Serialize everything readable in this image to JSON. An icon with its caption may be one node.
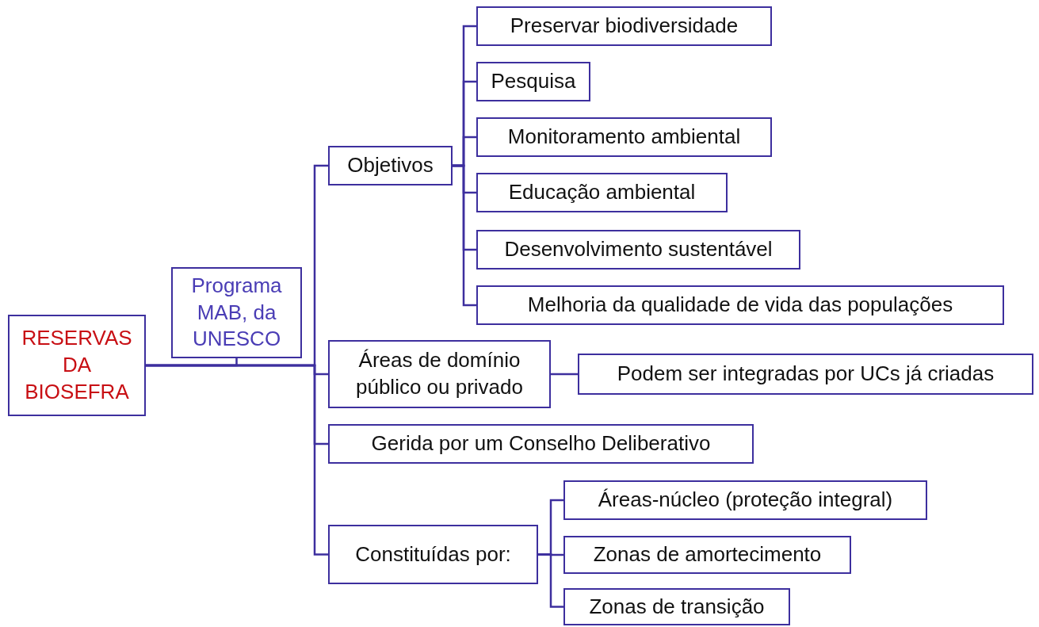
{
  "diagram": {
    "nodes": [
      {
        "text": [
          "RESERVAS DA BIOSEFRA"
        ]
      },
      {
        "text": [
          "Programa MAB, da UNESCO"
        ]
      },
      {
        "text": [
          "Objetivos"
        ]
      },
      {
        "text": [
          "Preservar biodiversidade"
        ]
      },
      {
        "text": [
          "Pesquisa"
        ]
      },
      {
        "text": [
          "Monitoramento ambiental"
        ]
      },
      {
        "text": [
          "Educação ambiental"
        ]
      },
      {
        "text": [
          "Desenvolvimento sustentável"
        ]
      },
      {
        "text": [
          "Melhoria da qualidade de vida das populações"
        ]
      },
      {
        "text": [
          "Áreas de domínio público ou privado"
        ]
      },
      {
        "text": [
          "Podem ser integradas por UCs já criadas"
        ]
      },
      {
        "text": [
          "Gerida por um Conselho Deliberativo"
        ]
      },
      {
        "text": [
          "Constituídas por:"
        ]
      },
      {
        "text": [
          "Áreas-núcleo (proteção integral)"
        ]
      },
      {
        "text": [
          "Zonas de amortecimento"
        ]
      },
      {
        "text": [
          "Zonas de transição"
        ]
      }
    ],
    "edges": [
      {
        "from": 0,
        "to": 1,
        "arrow": "none"
      },
      {
        "from": 0,
        "to": 2,
        "arrow": "none"
      },
      {
        "from": 0,
        "to": 9,
        "arrow": "none"
      },
      {
        "from": 0,
        "to": 11,
        "arrow": "none"
      },
      {
        "from": 0,
        "to": 12,
        "arrow": "none"
      },
      {
        "from": 2,
        "to": 3,
        "arrow": "none"
      },
      {
        "from": 2,
        "to": 4,
        "arrow": "none"
      },
      {
        "from": 2,
        "to": 5,
        "arrow": "none"
      },
      {
        "from": 2,
        "to": 6,
        "arrow": "none"
      },
      {
        "from": 2,
        "to": 7,
        "arrow": "none"
      },
      {
        "from": 2,
        "to": 8,
        "arrow": "none"
      },
      {
        "from": 9,
        "to": 10,
        "arrow": "none"
      },
      {
        "from": 12,
        "to": 13,
        "arrow": "none"
      },
      {
        "from": 12,
        "to": 14,
        "arrow": "none"
      },
      {
        "from": 12,
        "to": 15,
        "arrow": "none"
      }
    ]
  }
}
